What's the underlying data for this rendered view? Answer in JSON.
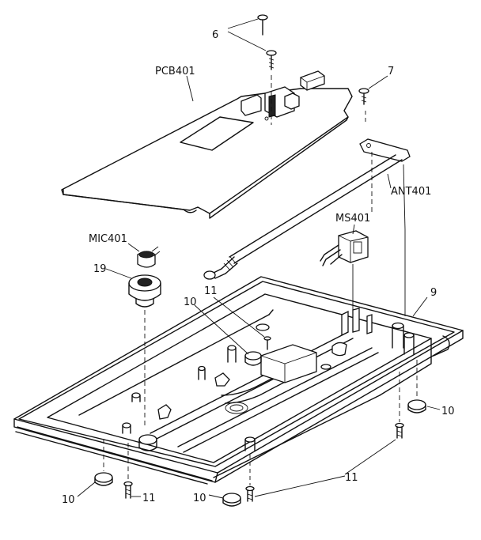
{
  "labels": {
    "screws_top": "6",
    "pcb": "PCB401",
    "screw_right": "7",
    "antenna": "ANT401",
    "switch": "MS401",
    "microphone": "MIC401",
    "holder": "19",
    "standoff_left": "10",
    "screw_mid": "11",
    "post_right": "9",
    "foot_right": "10",
    "screws_bottom": "11",
    "foot_left": "10",
    "screw_bottom_left": "11",
    "foot_bottom_mid": "10"
  }
}
